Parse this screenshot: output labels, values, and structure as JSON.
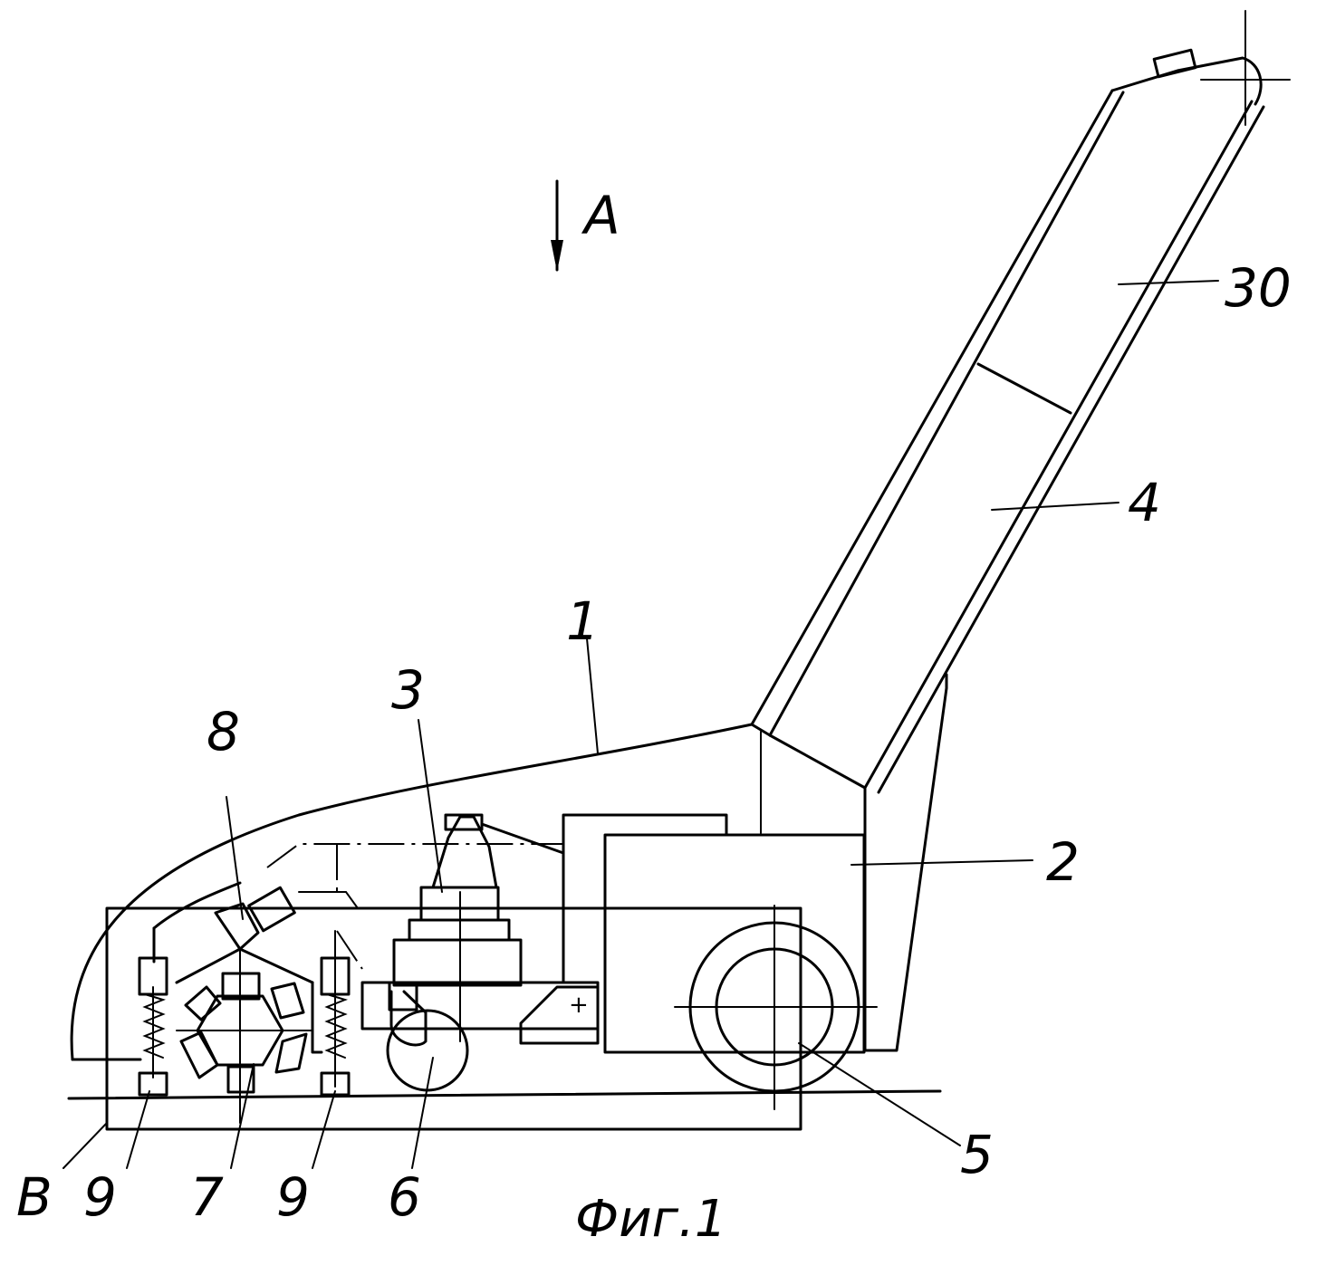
{
  "figure": {
    "caption": "Фиг.1",
    "view_label": "A",
    "labels": {
      "body": "1",
      "housing": "2",
      "unit": "3",
      "handle": "4",
      "rear_wheel": "5",
      "front_wheel": "6",
      "rotor": "7",
      "bracket": "8",
      "base": "B",
      "spring_left": "9",
      "spring_right": "9",
      "grip": "30"
    }
  }
}
